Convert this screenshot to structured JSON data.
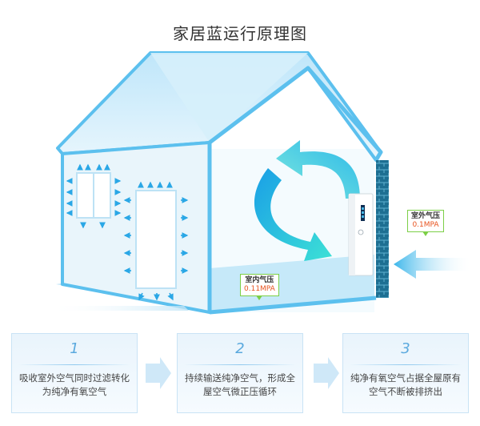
{
  "title": "家居蓝运行原理图",
  "indoor_tag": {
    "label": "室内气压",
    "value": "0.11MPA"
  },
  "outdoor_tag": {
    "label": "室外气压",
    "value": "0.1MPA"
  },
  "steps": [
    {
      "number": "1",
      "text": "吸收室外空气同时过滤转化为纯净有氧空气"
    },
    {
      "number": "2",
      "text": "持续输送纯净空气，形成全屋空气微正压循环"
    },
    {
      "number": "3",
      "text": "纯净有氧空气占据全屋原有空气不断被排挤出"
    }
  ],
  "colors": {
    "frame": "#5cc0ee",
    "arrow_dark": "#1a9fe6",
    "arrow_light": "#3de1d6",
    "brick": "#1d6f92",
    "tag_border": "#7ccf47",
    "value_text": "#e8531f"
  }
}
